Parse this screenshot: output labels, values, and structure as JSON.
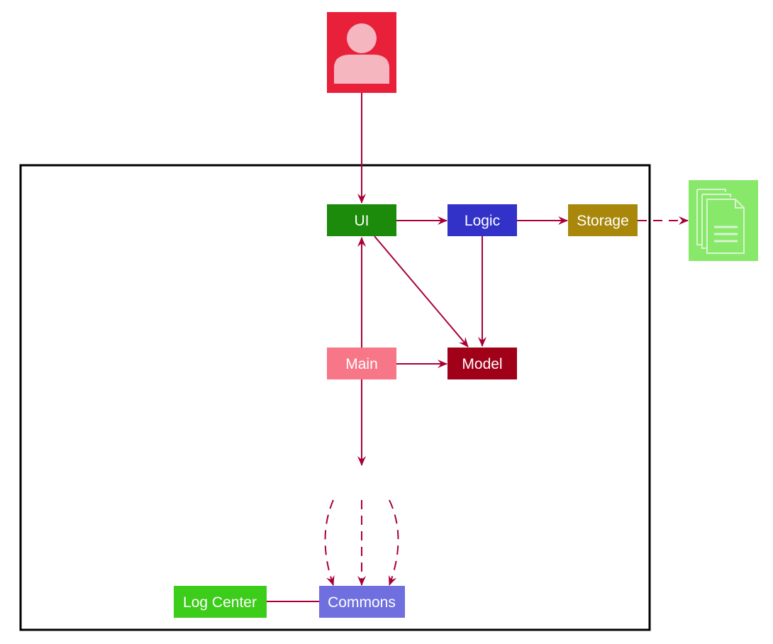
{
  "diagram": {
    "colors": {
      "edge": "#a80036",
      "frame": "#000000",
      "user_bg": "#e8203a",
      "user_fg": "#f5b6c0",
      "file_bg": "#88e86a",
      "file_fg": "#d8f5d0"
    },
    "actor": {
      "icon": "user-icon"
    },
    "external": {
      "icon": "file-document-icon"
    },
    "components": {
      "ui": {
        "label": "UI",
        "color": "#1c8a0a"
      },
      "logic": {
        "label": "Logic",
        "color": "#3232c8"
      },
      "storage": {
        "label": "Storage",
        "color": "#a8870b"
      },
      "main": {
        "label": "Main",
        "color": "#f77687"
      },
      "model": {
        "label": "Model",
        "color": "#a00018"
      },
      "commons": {
        "label": "Commons",
        "color": "#6f6fe0"
      },
      "log_center": {
        "label": "Log Center",
        "color": "#3ccc1a"
      }
    }
  }
}
